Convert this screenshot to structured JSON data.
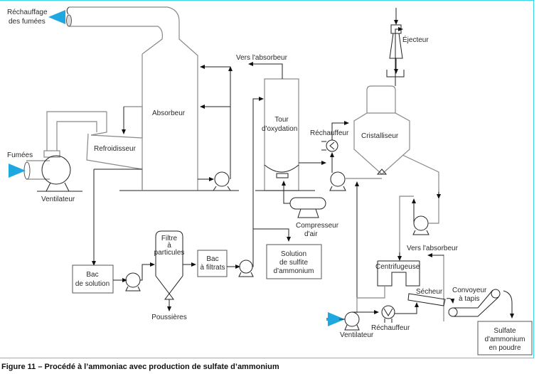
{
  "figure": {
    "caption": "Figure 11 – Procédé à l’ammoniac avec production de sulfate d’ammonium",
    "accent_color": "#1fa8e0",
    "frame_color": "#33d6e6"
  },
  "labels": {
    "rechauffage_1": "Réchauffage",
    "rechauffage_2": "des fumées",
    "fumees": "Fumées",
    "ventilateur_1": "Ventilateur",
    "refroidisseur": "Refroidisseur",
    "absorbeur": "Absorbeur",
    "vers_absorbeur_1": "Vers l'absorbeur",
    "tour_1": "Tour",
    "tour_2": "d'oxydation",
    "rechauffeur_1": "Réchauffeur",
    "cristalliseur": "Cristalliseur",
    "ejecteur": "Éjecteur",
    "compresseur_1": "Compresseur",
    "compresseur_2": "d'air",
    "bac_solution_1": "Bac",
    "bac_solution_2": "de solution",
    "filtre_1": "Filtre",
    "filtre_2": "à",
    "filtre_3": "particules",
    "poussieres": "Poussières",
    "bac_filtrats_1": "Bac",
    "bac_filtrats_2": "à filtrats",
    "solution_sulfite_1": "Solution",
    "solution_sulfite_2": "de sulfite",
    "solution_sulfite_3": "d'ammonium",
    "vers_absorbeur_2": "Vers l'absorbeur",
    "centrifugeuse": "Centrifugeuse",
    "secheur": "Sécheur",
    "convoyeur_1": "Convoyeur",
    "convoyeur_2": "à tapis",
    "ventilateur_2": "Ventilateur",
    "rechauffeur_2": "Réchauffeur",
    "sulfate_1": "Sulfate",
    "sulfate_2": "d'ammonium",
    "sulfate_3": "en poudre"
  }
}
